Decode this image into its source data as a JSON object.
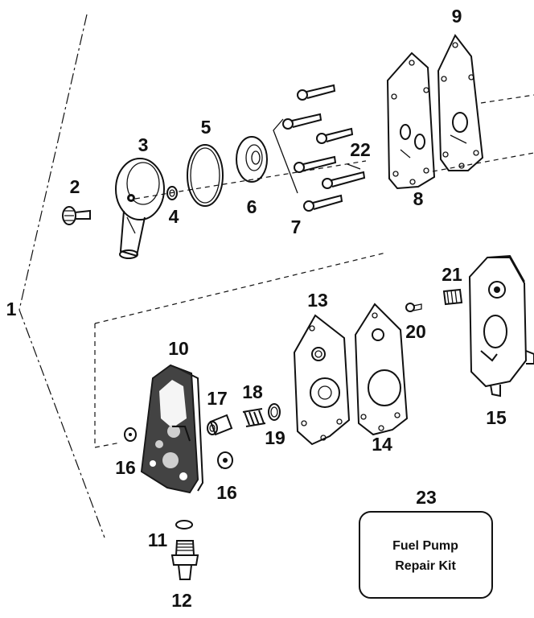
{
  "callouts": {
    "n1": "1",
    "n2": "2",
    "n3": "3",
    "n4": "4",
    "n5": "5",
    "n6": "6",
    "n7": "7",
    "n8": "8",
    "n9": "9",
    "n10": "10",
    "n11": "11",
    "n12": "12",
    "n13": "13",
    "n14": "14",
    "n15": "15",
    "n16a": "16",
    "n16b": "16",
    "n17": "17",
    "n18": "18",
    "n19": "19",
    "n20": "20",
    "n21": "21",
    "n22": "22",
    "n23": "23"
  },
  "repair_kit": {
    "line1": "Fuel Pump",
    "line2": "Repair Kit"
  }
}
